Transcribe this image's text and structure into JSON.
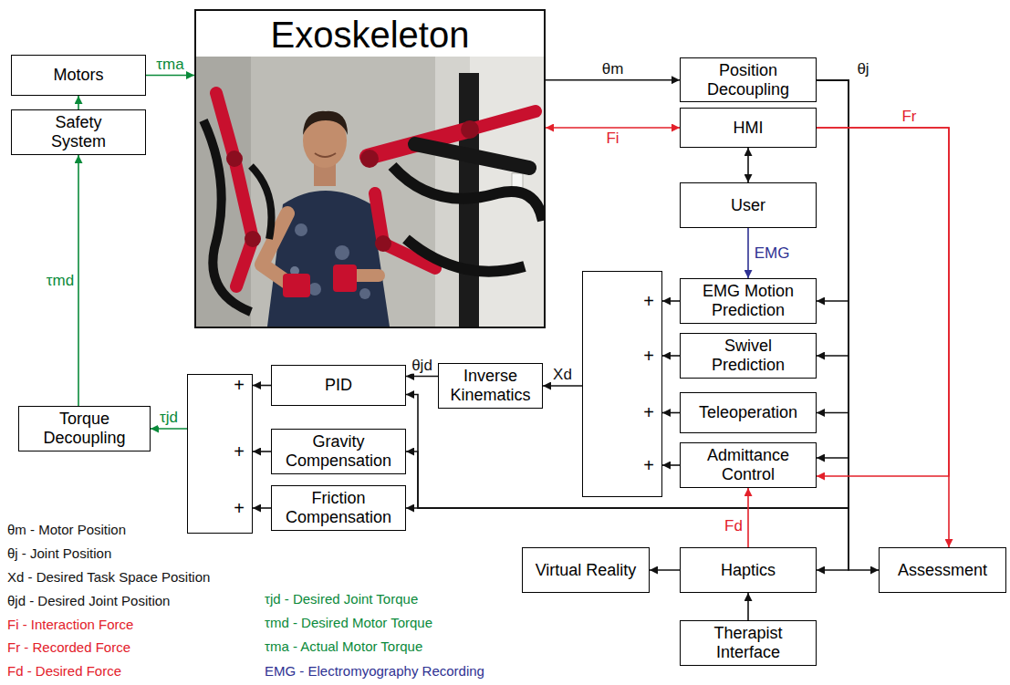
{
  "diagram": {
    "nodes": [
      {
        "text": [
          "Exoskeleton"
        ]
      },
      {
        "text": [
          "Motors"
        ]
      },
      {
        "text": [
          "Position Decoupling"
        ]
      },
      {
        "text": [
          "HMI"
        ]
      },
      {
        "text": [
          "Safety System"
        ]
      },
      {
        "text": [
          "User"
        ]
      },
      {
        "text": [
          "+",
          "+",
          "+",
          "+"
        ]
      },
      {
        "text": [
          "EMG Motion Prediction"
        ]
      },
      {
        "text": [
          "Swivel Prediction"
        ]
      },
      {
        "text": [
          "Inverse Kinematics"
        ]
      },
      {
        "text": [
          "Teleoperation"
        ]
      },
      {
        "text": [
          "+",
          "+",
          "+"
        ]
      },
      {
        "text": [
          "PID"
        ]
      },
      {
        "text": [
          "Torque Decoupling"
        ]
      },
      {
        "text": [
          "Gravity Compensation"
        ]
      },
      {
        "text": [
          "Admittance Control"
        ]
      },
      {
        "text": [
          "Friction Compensation"
        ]
      },
      {
        "text": [
          "Virtual Reality"
        ]
      },
      {
        "text": [
          "Haptics"
        ]
      },
      {
        "text": [
          "Assessment"
        ]
      },
      {
        "text": [
          "Therapist Interface"
        ]
      }
    ],
    "edges": [
      {
        "from": 1,
        "to": 0,
        "arrow": "to",
        "label": "τma"
      },
      {
        "from": 4,
        "to": 1,
        "arrow": "to"
      },
      {
        "from": 13,
        "to": 4,
        "arrow": "to",
        "label": "τmd"
      },
      {
        "from": 11,
        "to": 13,
        "arrow": "to",
        "label": "τjd"
      },
      {
        "from": 0,
        "to": 2,
        "arrow": "to",
        "label": "θm"
      },
      {
        "from": 0,
        "to": 3,
        "arrow": "both",
        "label": "Fi"
      },
      {
        "from": 3,
        "to": 5,
        "arrow": "both"
      },
      {
        "from": 5,
        "to": 7,
        "arrow": "to",
        "label": "EMG"
      },
      {
        "from": 7,
        "to": 6,
        "arrow": "to"
      },
      {
        "from": 8,
        "to": 6,
        "arrow": "to"
      },
      {
        "from": 10,
        "to": 6,
        "arrow": "to"
      },
      {
        "from": 15,
        "to": 6,
        "arrow": "to"
      },
      {
        "from": 6,
        "to": 9,
        "arrow": "to",
        "label": "Xd"
      },
      {
        "from": 9,
        "to": 12,
        "arrow": "to",
        "label": "θjd"
      },
      {
        "from": 12,
        "to": 11,
        "arrow": "to"
      },
      {
        "from": 14,
        "to": 11,
        "arrow": "to"
      },
      {
        "from": 16,
        "to": 11,
        "arrow": "to"
      },
      {
        "from": 2,
        "to": 7,
        "arrow": "to",
        "label": "θj"
      },
      {
        "from": 2,
        "to": 8,
        "arrow": "to"
      },
      {
        "from": 2,
        "to": 10,
        "arrow": "to"
      },
      {
        "from": 2,
        "to": 15,
        "arrow": "to"
      },
      {
        "from": 2,
        "to": 18,
        "arrow": "to"
      },
      {
        "from": 2,
        "to": 19,
        "arrow": "to"
      },
      {
        "from": 2,
        "to": 12,
        "arrow": "to"
      },
      {
        "from": 2,
        "to": 14,
        "arrow": "to"
      },
      {
        "from": 2,
        "to": 16,
        "arrow": "to"
      },
      {
        "from": 3,
        "to": 15,
        "arrow": "to",
        "label": "Fr"
      },
      {
        "from": 3,
        "to": 19,
        "arrow": "to"
      },
      {
        "from": 18,
        "to": 15,
        "arrow": "to",
        "label": "Fd"
      },
      {
        "from": 18,
        "to": 17,
        "arrow": "to"
      },
      {
        "from": 20,
        "to": 18,
        "arrow": "to"
      }
    ],
    "legend": [
      {
        "text": "θm - Motor Position"
      },
      {
        "text": "θj - Joint Position"
      },
      {
        "text": "Xd - Desired Task Space Position"
      },
      {
        "text": "θjd - Desired Joint Position"
      },
      {
        "text": "Fi - Interaction Force"
      },
      {
        "text": "Fr - Recorded Force"
      },
      {
        "text": "Fd - Desired Force"
      },
      {
        "text": "τjd - Desired Joint Torque"
      },
      {
        "text": "τmd - Desired Motor Torque"
      },
      {
        "text": "τma - Actual Motor Torque"
      },
      {
        "text": "EMG - Electromyography Recording"
      }
    ]
  }
}
